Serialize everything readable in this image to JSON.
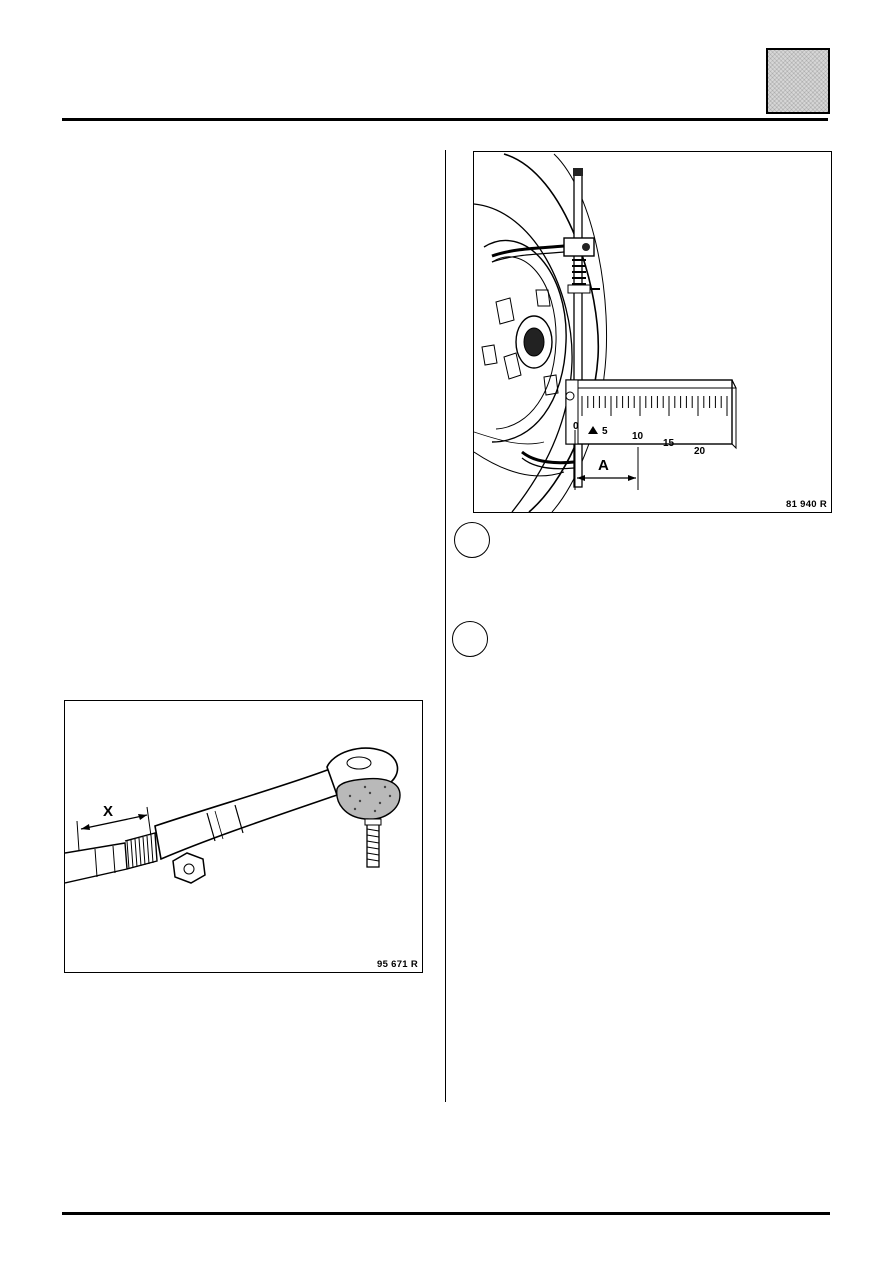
{
  "figures": {
    "wheel_gauge": {
      "reference": "81 940 R",
      "dimension_label": "A",
      "scale_labels": [
        "0",
        "5",
        "10",
        "15",
        "20"
      ]
    },
    "tie_rod": {
      "reference": "95 671 R",
      "dimension_label": "X"
    }
  },
  "markers": {
    "count": 2
  }
}
